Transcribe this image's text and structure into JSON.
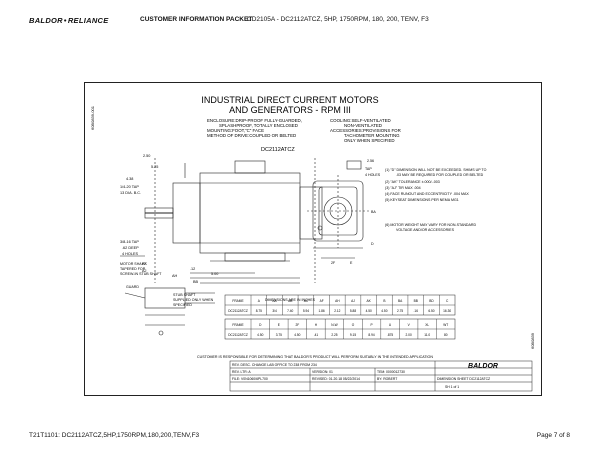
{
  "header": {
    "brand_left": "BALDOR",
    "brand_right": "RELIANCE",
    "packet_title": "CUSTOMER INFORMATION PACKET",
    "product_line": "CD2105A - DC2112ATCZ, 5HP, 1750RPM, 180, 200, TENV, F3"
  },
  "drawing": {
    "side_id": "60B0839-001",
    "side_id_right": "60B0839",
    "title_1": "INDUSTRIAL DIRECT CURRENT MOTORS",
    "title_2": "AND GENERATORS - RPM III",
    "spec_left": [
      "ENCLOSURE:DRIP-PROOF FULLY-GUARDED,",
      "SPLASHPROOF, TOTALLY ENCLOSED",
      "MOUNTING:FOOT,\"C\" FACE",
      "METHOD OF DRIVE:COUPLED OR BELTED"
    ],
    "spec_right": [
      "COOLING:SELF-VENTILATED",
      "NON-VENTILATED",
      "ACCESSORIES:PROVISIONS FOR",
      "TACHOMETER MOUNTING",
      "ONLY WHEN SPECIFIED"
    ],
    "model": "DC2112ATCZ",
    "notes": [
      "(1) \"D\" DIMENSION WILL NOT BE EXCEEDED. SHIMS UP TO",
      ".03 MAY BE REQUIRED FOR COUPLED OR BELTED",
      "(2) \"AK\" TOLERANCE ±.000/-.003",
      "(3) \"AJ\" TIR MAX .004",
      "(4) FACE RUNOUT AND ECCENTRICITY .004 MAX",
      "(5) KEYSEAT DIMENSIONS PER NEMA MG1",
      "(6) MOTOR WEIGHT MAY VARY FOR NON-STANDARD",
      "VOLTAGE AND/OR ACCESSORIES"
    ],
    "side_dims": [
      "2.50",
      "5.25",
      "4.38",
      "1/4-20 TAP",
      "13 DIA. B.C.",
      "3/8-16 TAP",
      ".62 DEEP",
      "4 HOLES",
      "5.00",
      ".12",
      "AH",
      "BB",
      "AK",
      "AJ"
    ],
    "shaft_labels": [
      "MOTOR SHAFT",
      "TAPERED FOR",
      "SCREW-IN STUB SHAFT",
      "GUARD",
      "STUB SHAFT",
      "SUPPLIED ONLY WHEN",
      "SPECIFIED"
    ],
    "end_dims": [
      "2.56",
      "TAP",
      "4 HOLES",
      "BA",
      "2F",
      "E",
      "D"
    ],
    "dim_heading": "DIMENSIONS ARE IN INCHES",
    "table1_headers": [
      "FRAME",
      "A",
      "AA",
      "AB",
      "AC",
      "AF",
      "AH",
      "AJ",
      "AK",
      "B",
      "BA",
      "BB",
      "BD",
      "C"
    ],
    "table1_rows": [
      [
        "DC2112ATCZ",
        "8.75",
        "3/4",
        "7.40",
        "5.94",
        "1.86",
        "2.12",
        "5.88",
        "4.50",
        "4.50",
        "2.75",
        ".16",
        "6.50",
        "16.30"
      ]
    ],
    "table2_headers": [
      "FRAME",
      "D",
      "E",
      "2F",
      "H",
      "N-W",
      "O",
      "P",
      "U",
      "V",
      "XL",
      "WT"
    ],
    "table2_rows": [
      [
        "DC2112ATCZ",
        "4.50",
        "3.75",
        "4.50",
        ".41",
        "2.25",
        "9.15",
        "8.94",
        ".875",
        "2.00",
        "11.0",
        "80"
      ]
    ],
    "disclaimer": "CUSTOMER IS RESPONSIBLE FOR DETERMINING THAT BALDOR'S PRODUCT WILL PERFORM SUITABLY IN THE INTENDED APPLICATION",
    "rev_desc": "REV. DESC. CHANGE LAB OFFICE TO 238 FROM 234",
    "rev_ltr": "REV. LTR: A",
    "version": "VERSION: 01",
    "file": "FILE: V0N1060/6PL700",
    "revised": "REVISED: 01.20.18 05/22/2014",
    "by": "BY: ROBERT",
    "tem": "TEM: 0000012730",
    "brand": "BALDOR",
    "desc": "DIMENSION SHEET DC2112ATCZ",
    "sheet": "SH 1 of 1"
  },
  "footer": {
    "left": "T21T1101: DC2112ATCZ,5HP,1750RPM,180,200,TENV,F3",
    "right": "Page 7 of 8"
  }
}
